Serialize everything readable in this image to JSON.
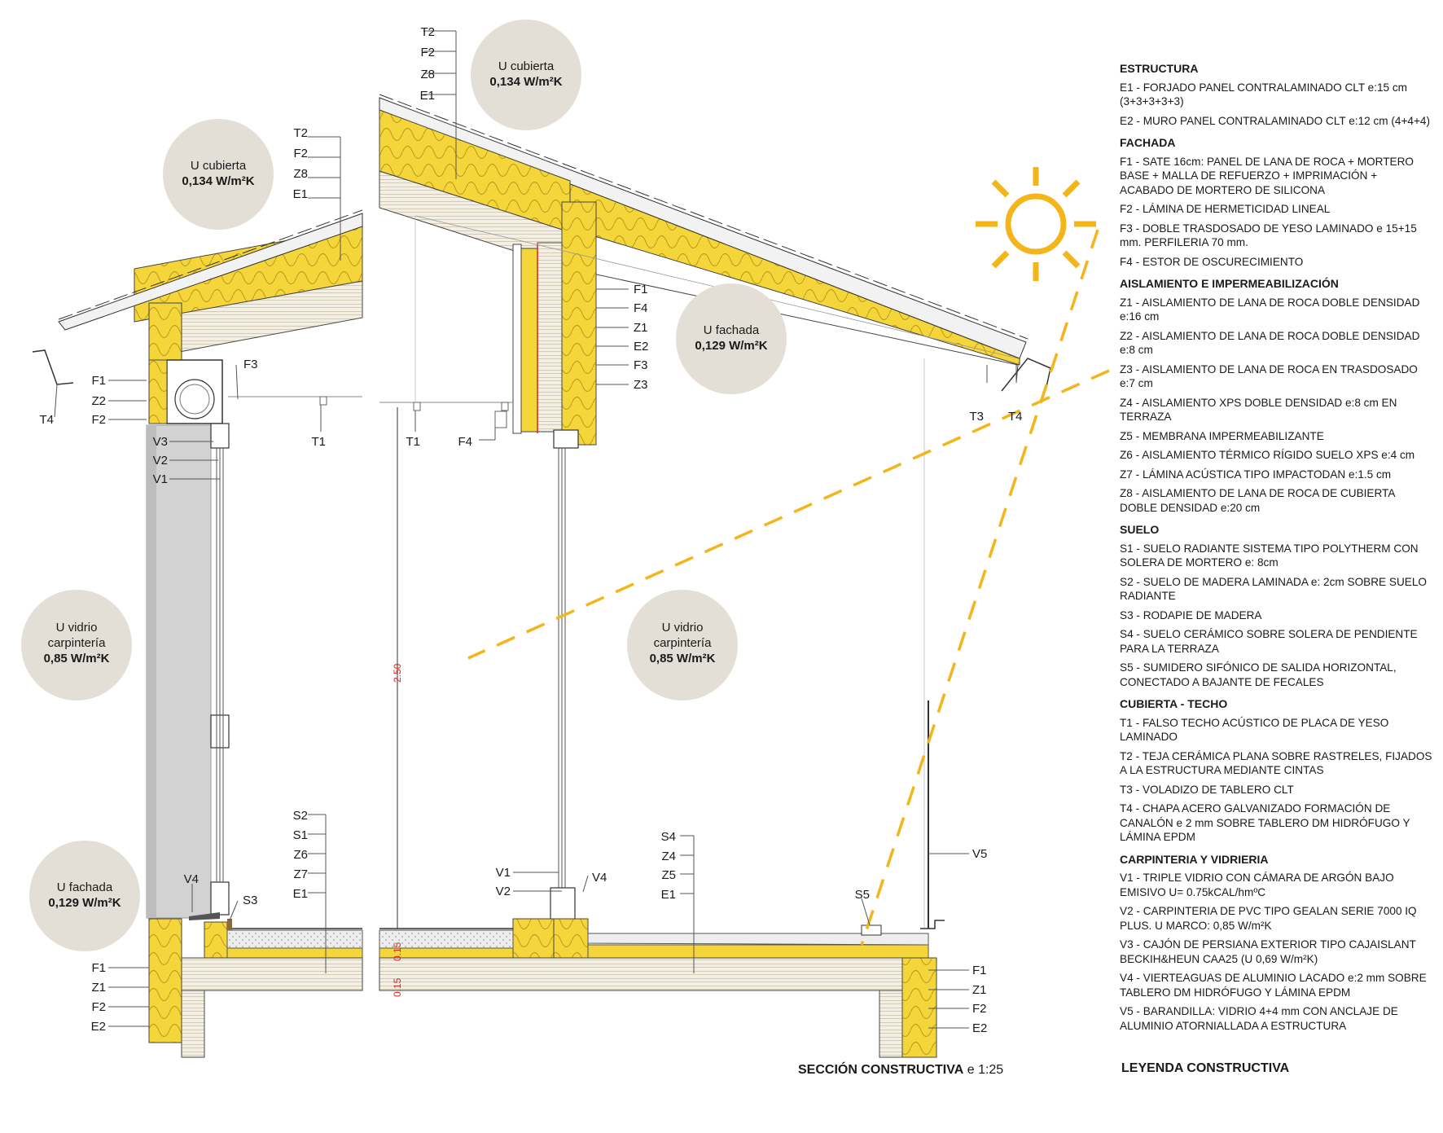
{
  "bubbles": [
    {
      "id": "u-cubierta-left",
      "line1": "U cubierta",
      "line2": "",
      "value": "0,134 W/m²K"
    },
    {
      "id": "u-cubierta-right",
      "line1": "U cubierta",
      "line2": "",
      "value": "0,134 W/m²K"
    },
    {
      "id": "u-fachada-mid",
      "line1": "U fachada",
      "line2": "",
      "value": "0,129 W/m²K"
    },
    {
      "id": "u-vidrio-left",
      "line1": "U vidrio",
      "line2": "carpintería",
      "value": "0,85 W/m²K"
    },
    {
      "id": "u-vidrio-right",
      "line1": "U vidrio",
      "line2": "carpintería",
      "value": "0,85 W/m²K"
    },
    {
      "id": "u-fachada-left",
      "line1": "U fachada",
      "line2": "",
      "value": "0,129 W/m²K"
    }
  ],
  "callouts": {
    "left_roof": [
      "T2",
      "F2",
      "Z8",
      "E1"
    ],
    "left_box": [
      "F1",
      "Z2",
      "F2"
    ],
    "left_t4": "T4",
    "left_f3": "F3",
    "left_t1": "T1",
    "left_window": [
      "V3",
      "V2",
      "V1"
    ],
    "left_floor": [
      "S2",
      "S1",
      "Z6",
      "Z7",
      "E1"
    ],
    "left_sill": "V4",
    "left_s3": "S3",
    "left_bottom": [
      "F1",
      "Z1",
      "F2",
      "E2"
    ],
    "right_roof": [
      "T2",
      "F2",
      "Z8",
      "E1"
    ],
    "right_wall": [
      "F1",
      "F4",
      "Z1",
      "E2",
      "F3",
      "Z3"
    ],
    "right_t1": "T1",
    "right_f4": "F4",
    "right_eave": [
      "T3",
      "T4"
    ],
    "right_window": [
      "V1",
      "V2"
    ],
    "right_sill": "V4",
    "terrace": [
      "S4",
      "Z4",
      "Z5",
      "E1"
    ],
    "s5": "S5",
    "v5": "V5",
    "right_bottom": [
      "F1",
      "Z1",
      "F2",
      "E2"
    ]
  },
  "dimensions": {
    "height": "2.50",
    "floor": "0.15",
    "floor2": "0.15"
  },
  "legend": {
    "sections": [
      {
        "title": "ESTRUCTURA",
        "items": [
          "E1 - FORJADO PANEL CONTRALAMINADO CLT e:15 cm (3+3+3+3+3)",
          "E2 - MURO PANEL CONTRALAMINADO CLT e:12 cm (4+4+4)"
        ]
      },
      {
        "title": "FACHADA",
        "items": [
          "F1 - SATE 16cm: PANEL DE LANA DE ROCA + MORTERO BASE + MALLA DE REFUERZO + IMPRIMACIÓN + ACABADO DE MORTERO DE SILICONA",
          "F2 - LÁMINA DE HERMETICIDAD LINEAL",
          "F3 - DOBLE TRASDOSADO DE YESO LAMINADO e 15+15 mm. PERFILERIA 70 mm.",
          "F4 - ESTOR DE OSCURECIMIENTO"
        ]
      },
      {
        "title": "AISLAMIENTO E IMPERMEABILIZACIÓN",
        "items": [
          "Z1 - AISLAMIENTO DE LANA DE ROCA DOBLE DENSIDAD e:16 cm",
          "Z2 - AISLAMIENTO DE LANA DE ROCA DOBLE DENSIDAD e:8 cm",
          "Z3 - AISLAMIENTO DE LANA DE ROCA EN TRASDOSADO e:7 cm",
          "Z4 - AISLAMIENTO XPS DOBLE DENSIDAD e:8 cm EN TERRAZA",
          "Z5 - MEMBRANA IMPERMEABILIZANTE",
          "Z6 - AISLAMIENTO TÉRMICO RÍGIDO SUELO XPS e:4 cm",
          "Z7 - LÁMINA ACÚSTICA TIPO IMPACTODAN e:1.5 cm",
          "Z8 - AISLAMIENTO DE LANA DE ROCA DE CUBIERTA DOBLE DENSIDAD e:20 cm"
        ]
      },
      {
        "title": "SUELO",
        "items": [
          "S1 -  SUELO RADIANTE SISTEMA TIPO POLYTHERM CON SOLERA DE MORTERO e: 8cm",
          "S2 - SUELO DE MADERA LAMINADA e: 2cm SOBRE SUELO RADIANTE",
          "S3 - RODAPIE DE MADERA",
          "S4 - SUELO CERÁMICO SOBRE SOLERA DE PENDIENTE PARA LA TERRAZA",
          "S5 - SUMIDERO SIFÓNICO DE SALIDA HORIZONTAL, CONECTADO A BAJANTE DE FECALES"
        ]
      },
      {
        "title": "CUBIERTA - TECHO",
        "items": [
          "T1 - FALSO TECHO ACÚSTICO DE PLACA DE YESO LAMINADO",
          "T2 - TEJA CERÁMICA PLANA SOBRE RASTRELES, FIJADOS A LA ESTRUCTURA MEDIANTE CINTAS",
          "T3 - VOLADIZO DE TABLERO CLT",
          "T4 - CHAPA ACERO GALVANIZADO FORMACIÓN DE CANALÓN e 2 mm SOBRE TABLERO DM HIDRÓFUGO Y LÁMINA EPDM"
        ]
      },
      {
        "title": "CARPINTERIA Y VIDRIERIA",
        "items": [
          "V1 - TRIPLE VIDRIO CON CÁMARA DE ARGÓN BAJO EMISIVO  U= 0.75kCAL/hmºC",
          "V2 - CARPINTERIA DE PVC TIPO GEALAN SERIE 7000 IQ PLUS. U MARCO: 0,85 W/m²K",
          "V3 - CAJÓN DE PERSIANA EXTERIOR TIPO CAJAISLANT BECKIH&HEUN  CAA25 (U 0,69 W/m²K)",
          "V4 - VIERTEAGUAS DE ALUMINIO LACADO e:2 mm SOBRE TABLERO DM HIDRÓFUGO Y LÁMINA EPDM",
          "V5 - BARANDILLA: VIDRIO 4+4 mm CON ANCLAJE DE ALUMINIO ATORNIALLADA A ESTRUCTURA"
        ]
      }
    ]
  },
  "footer": {
    "section_title": "SECCIÓN CONSTRUCTIVA",
    "scale": "e 1:25",
    "legend_title": "LEYENDA CONSTRUCTIVA"
  },
  "colors": {
    "insulation": "#f5d63a",
    "bubble": "#e3dfd6",
    "sun": "#f3b51a",
    "dimension": "#d9251c",
    "glass": "#d2d2d2"
  }
}
